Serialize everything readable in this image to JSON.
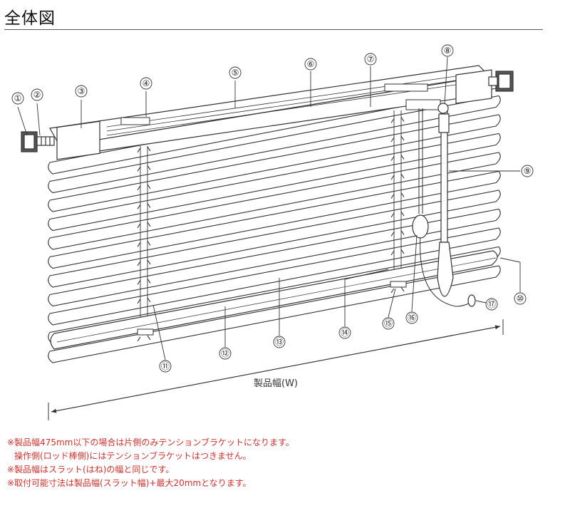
{
  "title": "全体図",
  "callouts": [
    "①",
    "②",
    "③",
    "④",
    "⑤",
    "⑥",
    "⑦",
    "⑧",
    "⑨",
    "⑩",
    "⑪",
    "⑫",
    "⑬",
    "⑭",
    "⑮",
    "⑯",
    "⑰"
  ],
  "width_label": "製品幅(W)",
  "notes": [
    "※製品幅475mm以下の場合は片側のみテンションブラケットになります。",
    "操作側(ロッド棒側)にはテンションブラケットはつきません。",
    "※製品幅はスラット(はね)の幅と同じです。",
    "※取付可能寸法は製品幅(スラット幅)+最大20mmとなります。"
  ],
  "colors": {
    "note": "#d0312d",
    "line": "#333333"
  }
}
